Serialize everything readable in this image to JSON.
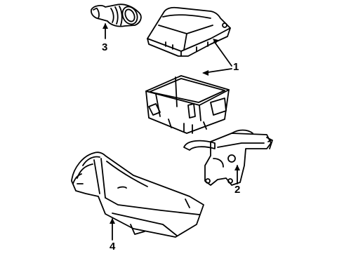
{
  "diagram": {
    "callouts": [
      {
        "id": "1",
        "label": "1"
      },
      {
        "id": "2",
        "label": "2"
      },
      {
        "id": "3",
        "label": "3"
      },
      {
        "id": "4",
        "label": "4"
      }
    ],
    "colors": {
      "line": "#000000",
      "paper": "#ffffff"
    }
  }
}
